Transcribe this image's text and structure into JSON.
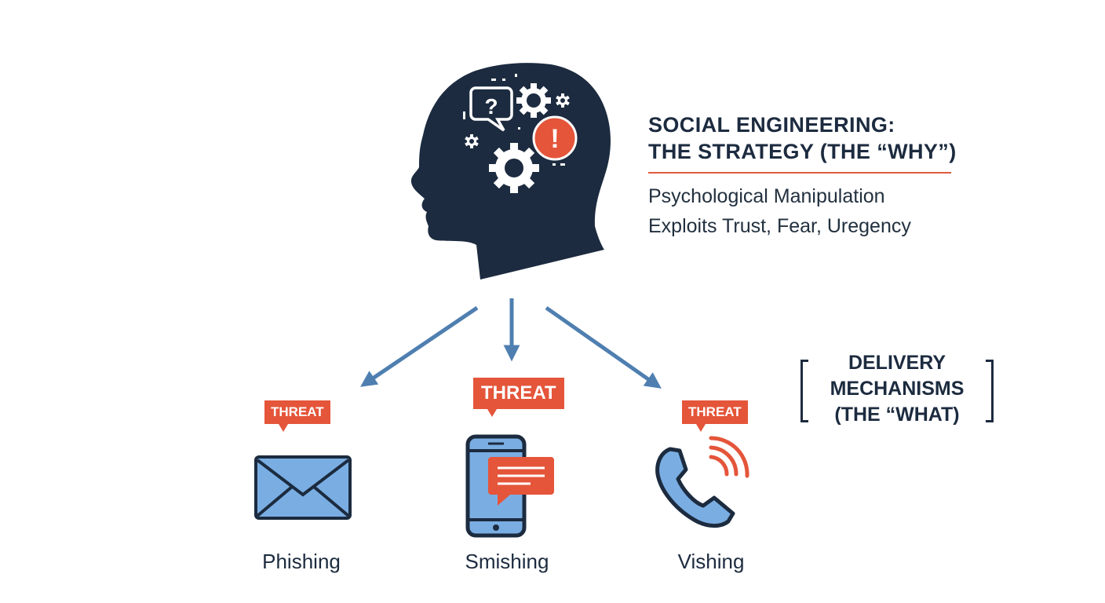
{
  "title": {
    "line1": "SOCIAL ENGINEERING:",
    "line2": "THE STRATEGY (THE “WHY”)"
  },
  "description": {
    "line1": "Psychological Manipulation",
    "line2": "Exploits Trust, Fear, Uregency"
  },
  "delivery": {
    "line1": "DELIVERY",
    "line2": "MECHANISMS",
    "line3": "(THE “WHAT)"
  },
  "mechanisms": [
    {
      "threat": "THREAT",
      "label": "Phishing",
      "icon": "envelope-icon"
    },
    {
      "threat": "THREAT",
      "label": "Smishing",
      "icon": "smartphone-message-icon"
    },
    {
      "threat": "THREAT",
      "label": "Vishing",
      "icon": "phone-call-icon"
    }
  ],
  "head_icons": {
    "question": "?",
    "alert": "!"
  },
  "colors": {
    "navy": "#1c2b3f",
    "accent": "#e4553a",
    "arrow": "#4f7fb0",
    "icon_fill": "#7aaee3"
  }
}
